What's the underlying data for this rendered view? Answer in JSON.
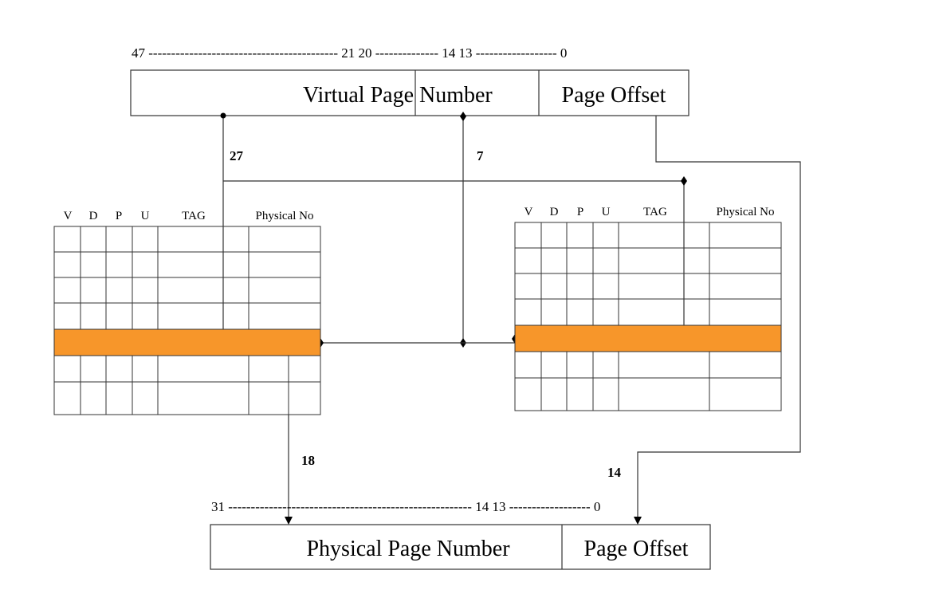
{
  "virtual_address": {
    "bit_ruler": "47 ------------------------------------------ 21 20 -------------- 14 13 ------------------ 0",
    "fields": {
      "virtual_page": "Virtual Page",
      "number": "Number",
      "page_offset": "Page Offset"
    }
  },
  "widths": {
    "tag_bits": "27",
    "index_bits": "7",
    "ppn_bits": "18",
    "offset_bits": "14"
  },
  "tlb_columns": {
    "v": "V",
    "d": "D",
    "p": "P",
    "u": "U",
    "tag": "TAG",
    "physical_no": "Physical No"
  },
  "physical_address": {
    "bit_ruler": "31 ------------------------------------------------------ 14 13 ------------------ 0",
    "fields": {
      "physical_page_number": "Physical Page Number",
      "page_offset": "Page Offset"
    }
  },
  "colors": {
    "highlight": "#f7962a",
    "line": "#333333"
  }
}
